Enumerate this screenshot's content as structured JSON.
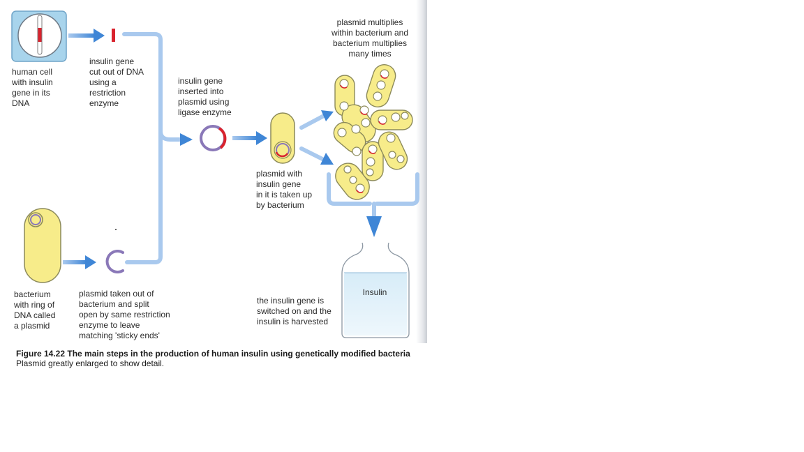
{
  "labels": {
    "human_cell": "human cell\nwith insulin\ngene in its\nDNA",
    "gene_cut": "insulin gene\ncut out of DNA\nusing a\nrestriction\nenzyme",
    "gene_inserted": "insulin gene\ninserted into\nplasmid using\nligase enzyme",
    "plasmid_multiplies": "plasmid multiplies\nwithin bacterium and\nbacterium multiplies\nmany times",
    "plasmid_taken_up": "plasmid with\ninsulin gene\nin it is taken up\nby bacterium",
    "bacterium_ring": "bacterium\nwith ring of\nDNA called\na plasmid",
    "plasmid_split": "plasmid taken out of\nbacterium and split\nopen by same restriction\nenzyme to leave\nmatching 'sticky ends'",
    "insulin_harvested": "the insulin gene is\nswitched on and the\ninsulin is harvested",
    "insulin_vessel": "Insulin"
  },
  "caption": {
    "figure_title": "Figure 14.22 The main steps in the production of human insulin using genetically modified bacteria",
    "figure_note": "Plasmid greatly enlarged to show detail."
  },
  "colors": {
    "arrow_blue": "#3f86d6",
    "arrow_light": "#a9c9ee",
    "bacterium_fill": "#f7ec8a",
    "bacterium_stroke": "#8c8a5a",
    "insulin_gene_red": "#d9232e",
    "plasmid_purple": "#8a78b8",
    "cell_box": "#a8d4ec"
  }
}
